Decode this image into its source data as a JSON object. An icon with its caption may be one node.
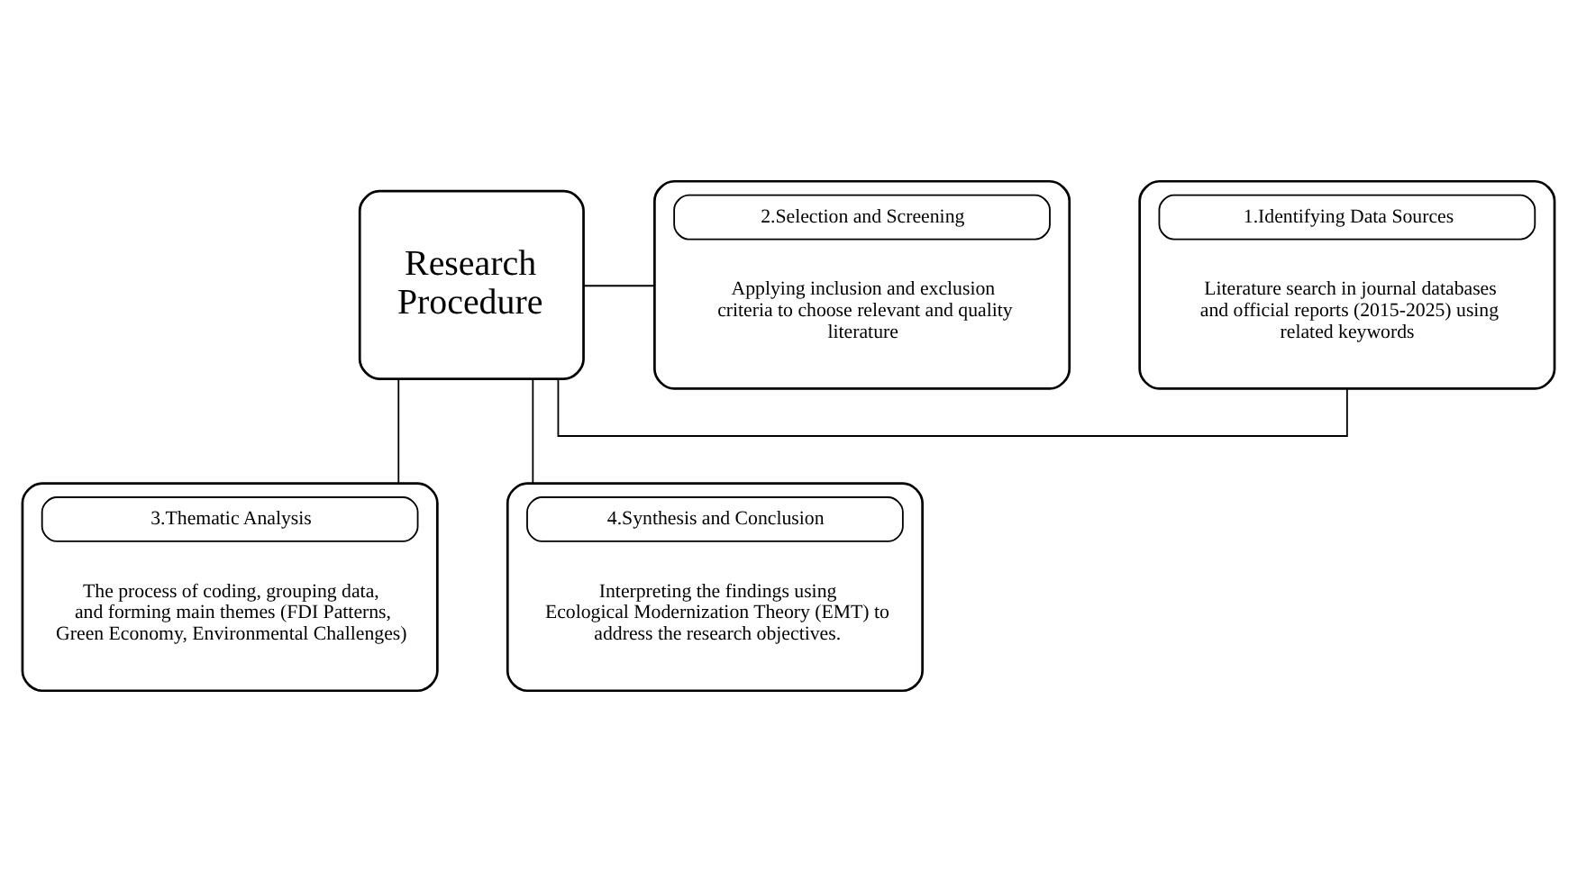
{
  "diagram": {
    "nodes": [
      {
        "text": [
          "Research Procedure"
        ]
      },
      {
        "text": [
          "1.Identifying Data Sources",
          "Literature search in journal databases and official reports (2015-2025) using related keywords"
        ]
      },
      {
        "text": [
          "2.Selection and Screening",
          "Applying inclusion and exclusion criteria to choose relevant and quality literature"
        ]
      },
      {
        "text": [
          "3.Thematic Analysis",
          "The process of coding, grouping data, and forming main themes (FDI Patterns, Green Economy, Environmental Challenges)"
        ]
      },
      {
        "text": [
          "4.Synthesis and Conclusion",
          "Interpreting the findings using Ecological Modernization Theory (EMT) to address the research objectives."
        ]
      }
    ],
    "edges": [
      {
        "from": 0,
        "to": 1,
        "arrow": "none"
      },
      {
        "from": 0,
        "to": 2,
        "arrow": "none"
      },
      {
        "from": 0,
        "to": 3,
        "arrow": "none"
      },
      {
        "from": 0,
        "to": 4,
        "arrow": "none"
      }
    ]
  }
}
